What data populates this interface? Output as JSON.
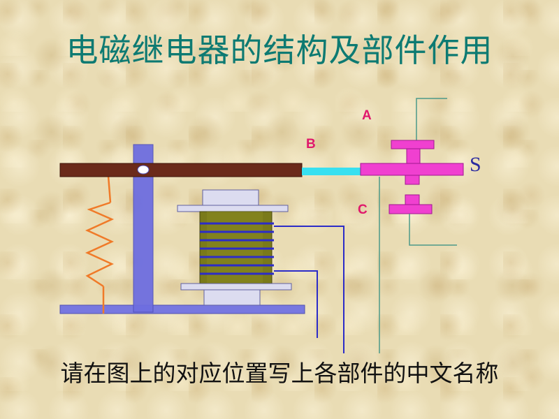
{
  "title": "电磁继电器的结构及部件作用",
  "labels": {
    "a": "A",
    "b": "B",
    "c": "C",
    "s": "S"
  },
  "instruction": "请在图上的对应位置写上各部件的中文名称",
  "colors": {
    "title": "#0d7a72",
    "armature_bar": "#6b2a1a",
    "frame": "#6e6ee0",
    "spring": "#f07a28",
    "coil_core": "#7a7a1a",
    "coil_winding": "#2c2cc8",
    "contacts": "#f040d0",
    "link_rod": "#38e0f0",
    "circuit_wire": "#4c9a8a",
    "label_letters": "#e0186c",
    "label_s": "#2a2aa0"
  }
}
